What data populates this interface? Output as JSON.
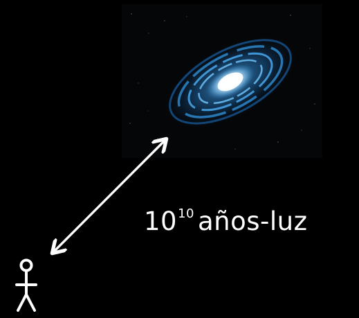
{
  "label": {
    "base": "10",
    "exponent": "10",
    "unit": "años-luz"
  },
  "colors": {
    "background": "#000000",
    "ink": "#ffffff",
    "galaxy_core": "#ffffff",
    "galaxy_arm": "#2f8fd6",
    "galaxy_outer": "#0d3d73"
  },
  "icons": {
    "galaxy": "spiral-galaxy-icon",
    "person": "stick-figure-icon",
    "arrow": "double-headed-arrow-icon"
  }
}
